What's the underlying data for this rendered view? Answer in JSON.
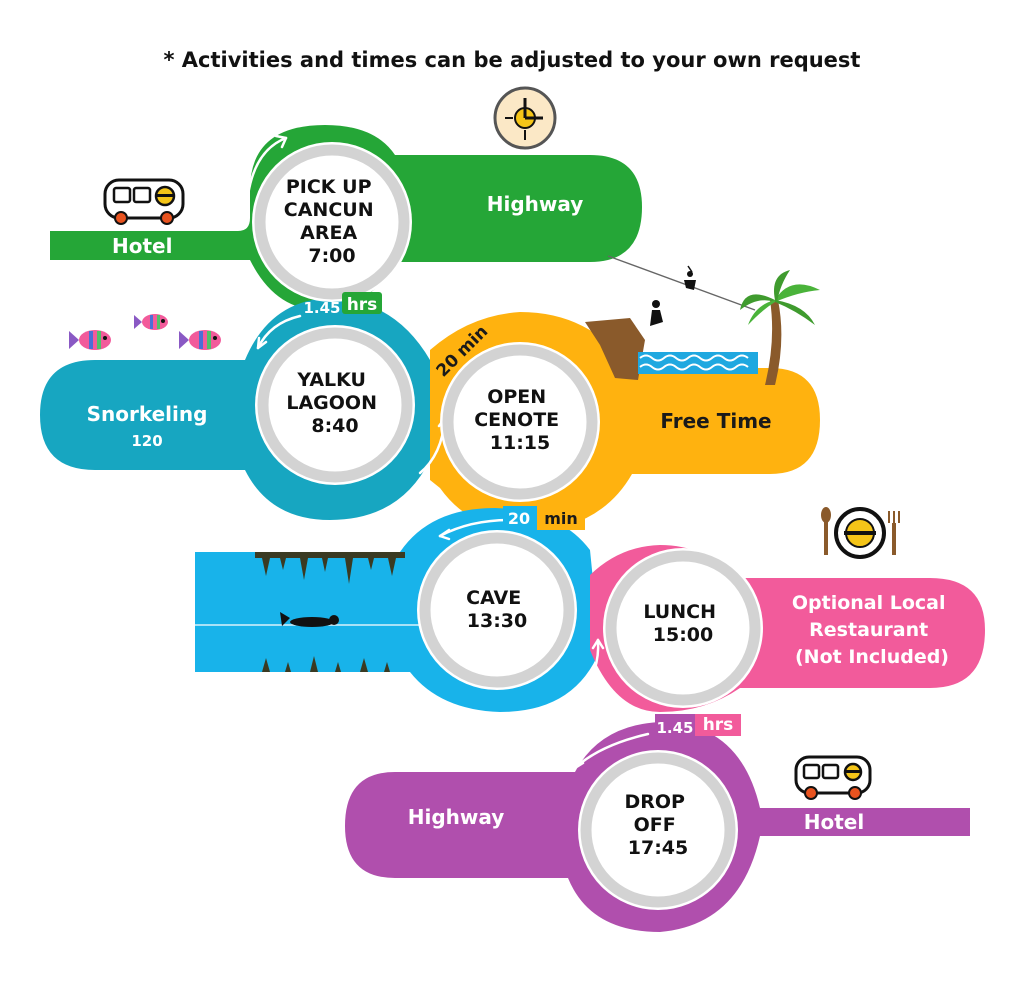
{
  "title": "* Activities and times can be adjusted to your own request",
  "colors": {
    "green": "#25a637",
    "teal": "#17a6c1",
    "orange": "#ffb20f",
    "sky": "#18b3ea",
    "pink": "#f25b9b",
    "purple": "#b04fad",
    "ring": "#d3d3d3"
  },
  "stops": [
    {
      "lines": [
        "PICK UP",
        "CANCUN",
        "AREA",
        "7:00"
      ]
    },
    {
      "lines": [
        "YALKU",
        "LAGOON",
        "8:40"
      ]
    },
    {
      "lines": [
        "OPEN",
        "CENOTE",
        "11:15"
      ]
    },
    {
      "lines": [
        "CAVE",
        "13:30"
      ]
    },
    {
      "lines": [
        "LUNCH",
        "15:00"
      ]
    },
    {
      "lines": [
        "DROP",
        "OFF",
        "17:45"
      ]
    }
  ],
  "labels": {
    "hotel_start": "Hotel",
    "highway_top": "Highway",
    "snorkeling": "Snorkeling",
    "snorkeling_num": "120",
    "free_time": "Free Time",
    "restaurant": [
      "Optional Local",
      "Restaurant",
      "(Not Included)"
    ],
    "highway_bottom": "Highway",
    "hotel_end": "Hotel"
  },
  "durations": {
    "d1_num": "1.45",
    "d1_unit": "hrs",
    "d2_num": "20",
    "d2_unit": "min",
    "d3_num": "20",
    "d3_unit": "min",
    "d4_num": "1.45",
    "d4_unit": "hrs"
  },
  "icons": [
    "bus-icon",
    "clock-icon",
    "fish-icon",
    "zipline-icon",
    "palm-tree-icon",
    "cliff-jump-icon",
    "plate-icon",
    "diver-icon"
  ]
}
